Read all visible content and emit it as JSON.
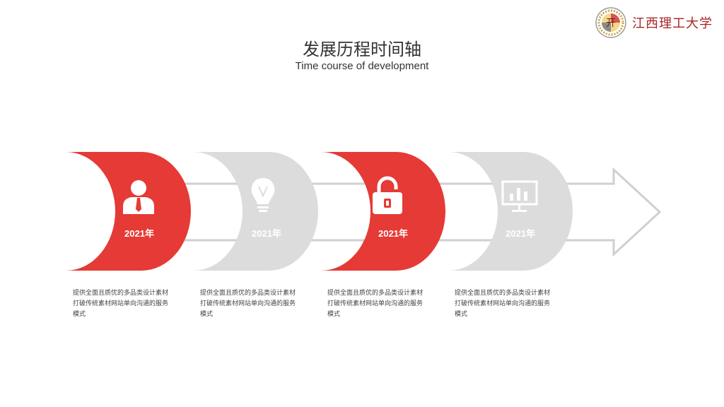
{
  "header": {
    "logo_text": "江西理工大学",
    "title": "发展历程时间轴",
    "subtitle": "Time course of development"
  },
  "colors": {
    "accent": "#e53a35",
    "muted": "#dcdcdc",
    "arrow": "#cfcfd4"
  },
  "milestones": [
    {
      "year": "2021年",
      "icon": "user-icon",
      "highlight": true,
      "description": "提供全面且质优的多品类设计素材打破传统素材网站单向沟通的服务模式"
    },
    {
      "year": "2021年",
      "icon": "lightbulb-icon",
      "highlight": false,
      "description": "提供全面且质优的多品类设计素材打破传统素材网站单向沟通的服务模式"
    },
    {
      "year": "2021年",
      "icon": "lock-icon",
      "highlight": true,
      "description": "提供全面且质优的多品类设计素材打破传统素材网站单向沟通的服务模式"
    },
    {
      "year": "2021年",
      "icon": "chart-monitor-icon",
      "highlight": false,
      "description": "提供全面且质优的多品类设计素材打破传统素材网站单向沟通的服务模式"
    }
  ]
}
